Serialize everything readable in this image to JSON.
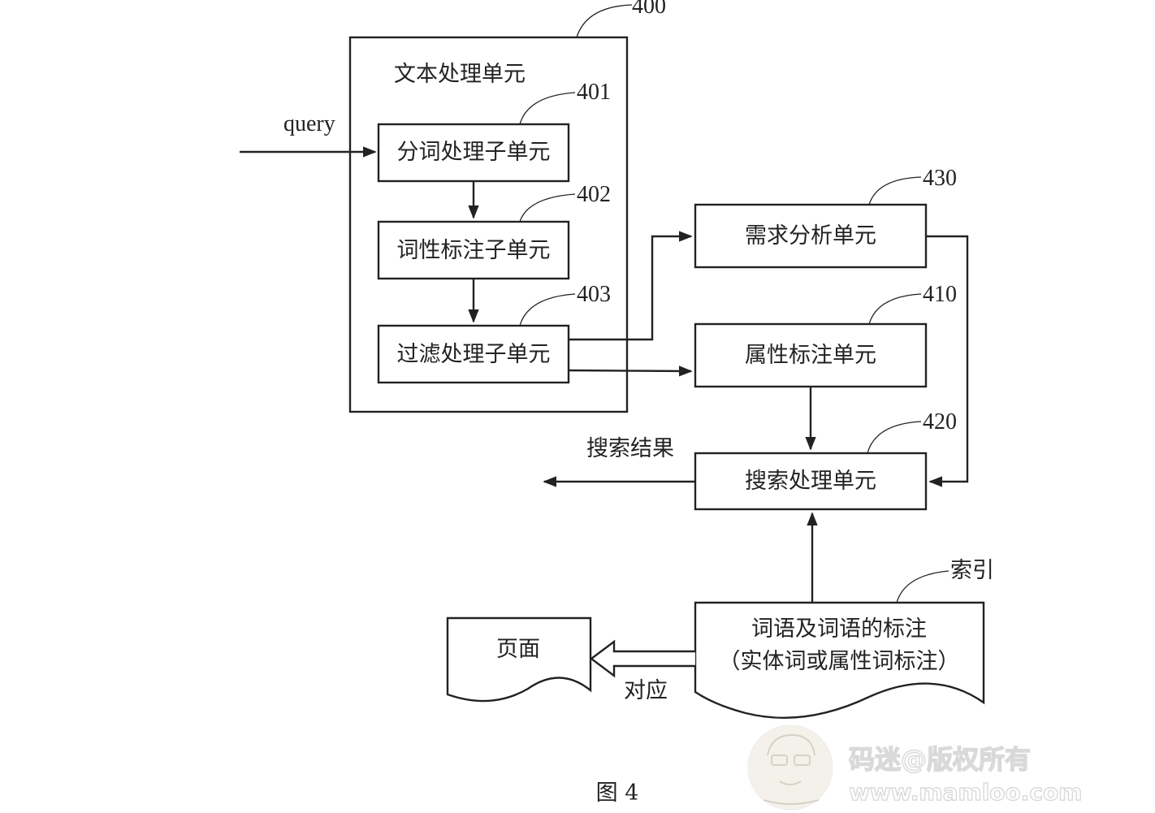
{
  "diagram": {
    "outer_unit": {
      "ref": "400",
      "title": "文本处理单元"
    },
    "input_label": "query",
    "sub_units": [
      {
        "ref": "401",
        "label": "分词处理子单元"
      },
      {
        "ref": "402",
        "label": "词性标注子单元"
      },
      {
        "ref": "403",
        "label": "过滤处理子单元"
      }
    ],
    "demand_unit": {
      "ref": "430",
      "label": "需求分析单元"
    },
    "attribute_unit": {
      "ref": "410",
      "label": "属性标注单元"
    },
    "search_unit": {
      "ref": "420",
      "label": "搜索处理单元"
    },
    "search_result_label": "搜索结果",
    "index": {
      "ref": "索引",
      "line1": "词语及词语的标注",
      "line2": "（实体词或属性词标注）"
    },
    "page_doc": {
      "label": "页面"
    },
    "correspond_label": "对应",
    "figure_caption": "图 4"
  },
  "watermark": {
    "line1": "码迷@版权所有",
    "line2": "www.mamloo.com"
  }
}
